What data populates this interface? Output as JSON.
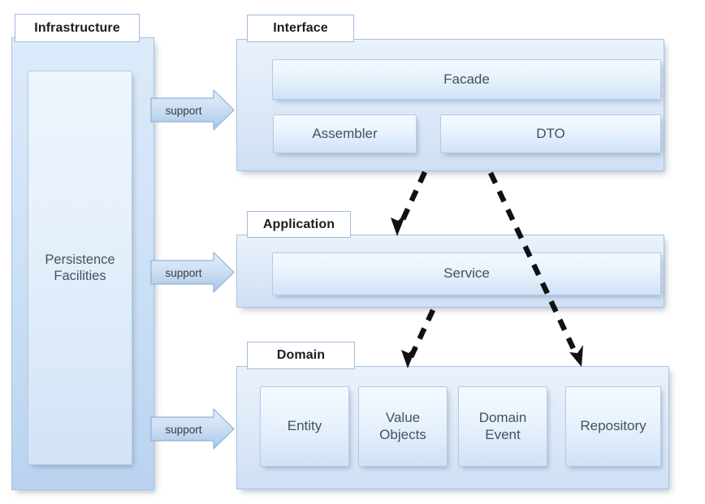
{
  "diagram": {
    "title": "Layered architecture diagram",
    "colors": {
      "panel_border": "#a9c2e0",
      "panel_fill_top": "#eaf2fb",
      "panel_fill_bottom": "#cfe0f5",
      "box_fill_top": "#f4f9ff",
      "box_fill_bottom": "#cfe2f7",
      "tab_background": "#ffffff",
      "text": "#44515e",
      "arrow_fill": "#b9d2ee",
      "dashed_arrow": "#000000"
    }
  },
  "layers": {
    "infrastructure": {
      "label": "Infrastructure",
      "components": [
        {
          "label": "Persistence\nFacilities",
          "line1": "Persistence",
          "line2": "Facilities"
        }
      ]
    },
    "interface": {
      "label": "Interface",
      "components": [
        {
          "label": "Facade"
        },
        {
          "label": "Assembler"
        },
        {
          "label": "DTO"
        }
      ]
    },
    "application": {
      "label": "Application",
      "components": [
        {
          "label": "Service"
        }
      ]
    },
    "domain": {
      "label": "Domain",
      "components": [
        {
          "label": "Entity",
          "line1": "Entity",
          "line2": ""
        },
        {
          "label": "Value Objects",
          "line1": "Value",
          "line2": "Objects"
        },
        {
          "label": "Domain Event",
          "line1": "Domain",
          "line2": "Event"
        },
        {
          "label": "Repository",
          "line1": "Repository",
          "line2": ""
        }
      ]
    }
  },
  "connectors": {
    "support_arrows": [
      {
        "label": "support",
        "from": "infrastructure",
        "to": "interface"
      },
      {
        "label": "support",
        "from": "infrastructure",
        "to": "application"
      },
      {
        "label": "support",
        "from": "infrastructure",
        "to": "domain"
      }
    ],
    "dependency_arrows": [
      {
        "from": "interface",
        "to": "application",
        "style": "dashed"
      },
      {
        "from": "interface",
        "to": "domain",
        "style": "dashed"
      },
      {
        "from": "application",
        "to": "domain",
        "style": "dashed"
      }
    ]
  }
}
